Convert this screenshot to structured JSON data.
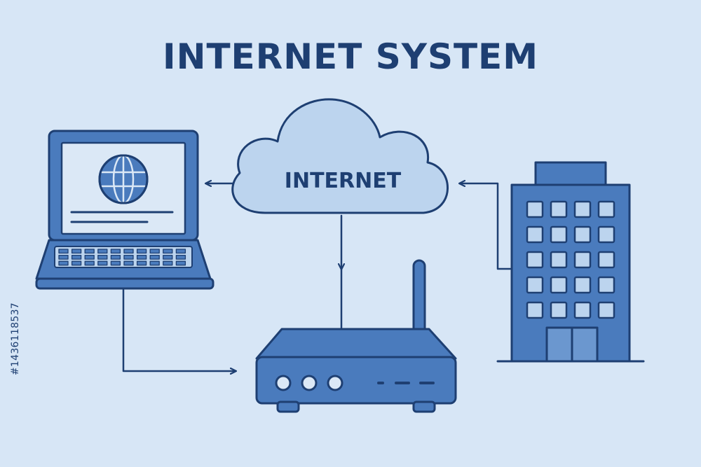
{
  "title": "INTERNET SYSTEM",
  "nodes": {
    "cloud": {
      "label": "INTERNET",
      "icon": "cloud-icon"
    },
    "laptop": {
      "icon": "laptop-icon",
      "screen_icon": "globe-icon"
    },
    "router": {
      "icon": "router-icon"
    },
    "building": {
      "icon": "office-building-icon"
    }
  },
  "connections": [
    {
      "from": "cloud",
      "to": "laptop"
    },
    {
      "from": "building",
      "to": "cloud"
    },
    {
      "from": "cloud",
      "to": "router"
    },
    {
      "from": "laptop",
      "to": "router"
    }
  ],
  "stock_id": "#1436118537",
  "colors": {
    "background": "#d7e6f6",
    "stroke": "#1e3f72",
    "fill_main": "#4a7bbd",
    "fill_light": "#bcd4ee",
    "fill_screen": "#dbe8f6"
  }
}
